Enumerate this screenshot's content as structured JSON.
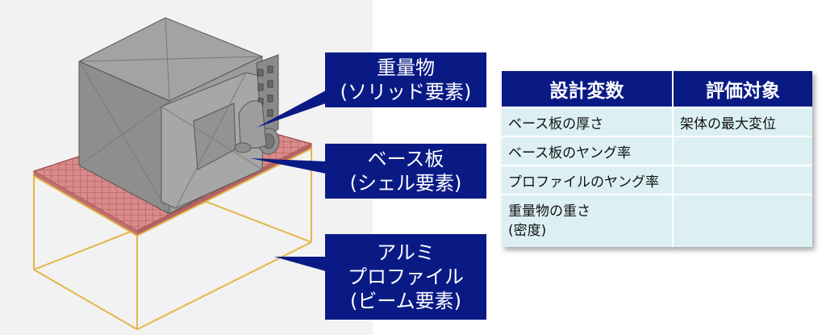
{
  "callouts": {
    "heavy": [
      "重量物",
      "(ソリッド要素)"
    ],
    "base": [
      "ベース板",
      "(シェル要素)"
    ],
    "aluminum": [
      "アルミ",
      "プロファイル",
      "(ビーム要素)"
    ]
  },
  "table": {
    "headers": [
      "設計変数",
      "評価対象"
    ],
    "rows": [
      [
        "ベース板の厚さ",
        "架体の最大変位"
      ],
      [
        "ベース板のヤング率",
        ""
      ],
      [
        "プロファイルのヤング率",
        ""
      ],
      [
        "重量物の重さ",
        ""
      ]
    ],
    "row4_line2": "(密度)"
  },
  "colors": {
    "callout_bg": "#0a1a85",
    "table_cell_bg": "#dcf0f4",
    "base_plate": "#d98888",
    "frame": "#e4b64a",
    "solid_body": "#9a9a9a"
  }
}
